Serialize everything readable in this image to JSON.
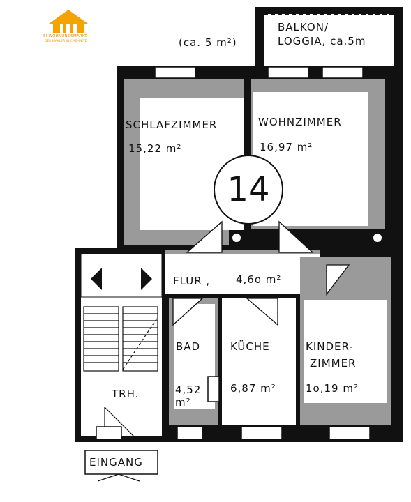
{
  "logo": {
    "name": "SI-WOHNUNGSMARKT",
    "tagline": "DER MAKLER IN CHEMNITZ",
    "color": "#f0a500"
  },
  "floorplan": {
    "unit_number": "14",
    "rooms": {
      "balkon_line1": "BALKON/",
      "balkon_line2": "LOGGIA, ca.5m",
      "balkon_area": "(ca. 5 m²)",
      "schlafzimmer_name": "SCHLAFZIMMER",
      "schlafzimmer_area": "15,22  m²",
      "wohnzimmer_name": "WOHNZIMMER",
      "wohnzimmer_area": "16,97  m²",
      "flur_name": "FLUR ,",
      "flur_area": "4,6o  m²",
      "bad_name": "BAD",
      "bad_area_line1": "4,52",
      "bad_area_line2": "m²",
      "kueche_name": "KÜCHE",
      "kueche_area": "6,87  m²",
      "kinder_line1": "KINDER-",
      "kinder_line2": "ZIMMER",
      "kinder_area": "1o,19  m²",
      "treppenhaus": "TRH.",
      "eingang": "EINGANG"
    },
    "colors": {
      "wall": "#111111",
      "floor": "#9a9a9a",
      "inner": "#ffffff"
    }
  }
}
